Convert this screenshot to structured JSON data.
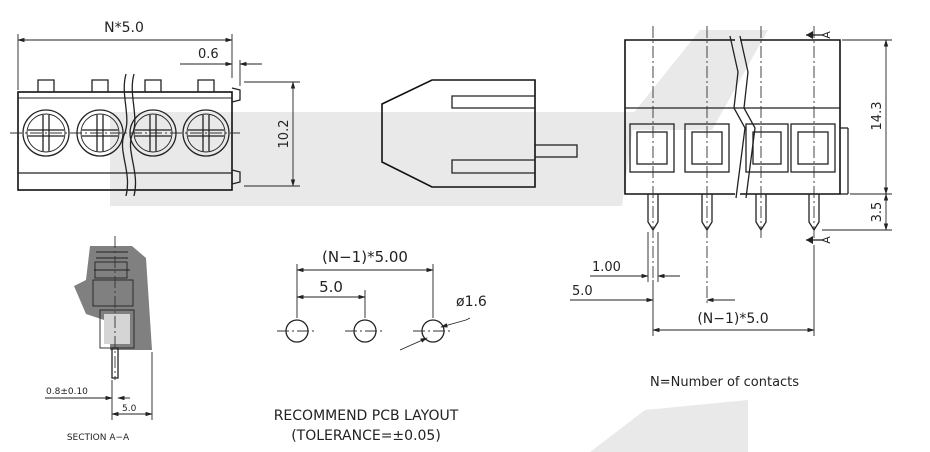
{
  "colors": {
    "line": "#222222",
    "watermark": "#e9e9e9",
    "housing_fill": "#808080",
    "background": "#ffffff"
  },
  "top_view": {
    "width_dim": "N*5.0",
    "offset_dim": "0.6",
    "height_dim": "10.2"
  },
  "front_view": {
    "height_dim": "14.3",
    "pin_dim": "3.5",
    "section_mark_top": "A",
    "section_mark_bottom": "A",
    "pin_width_dim": "1.00",
    "pitch_dim": "5.0",
    "span_dim": "(N−1)*5.0"
  },
  "section": {
    "pin_dim": "0.8±0.10",
    "pitch_dim": "5.0",
    "caption": "SECTION A−A"
  },
  "pcb_layout": {
    "span_dim": "(N−1)*5.00",
    "pitch_dim": "5.0",
    "hole_dim": "ø1.6",
    "caption_line1": "RECOMMEND PCB LAYOUT",
    "caption_line2": "(TOLERANCE=±0.05)"
  },
  "note": "N=Number of contacts"
}
